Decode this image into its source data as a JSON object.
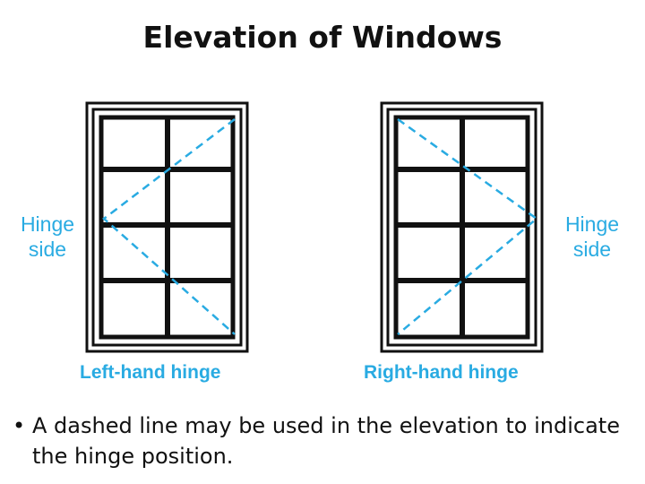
{
  "slide": {
    "title": "Elevation of Windows",
    "bullet_symbol": "•",
    "bullet_text": "A dashed line may be used in the elevation to indicate the hinge position."
  },
  "windows": [
    {
      "caption": "Left-hand hinge",
      "hinge_label": {
        "line1": "Hinge",
        "line2": "side"
      },
      "hinge_side": "left"
    },
    {
      "caption": "Right-hand hinge",
      "hinge_label": {
        "line1": "Hinge",
        "line2": "side"
      },
      "hinge_side": "right"
    }
  ],
  "colors": {
    "frame": "#111111",
    "dashed_line": "#29abe2",
    "label": "#29abe2"
  }
}
